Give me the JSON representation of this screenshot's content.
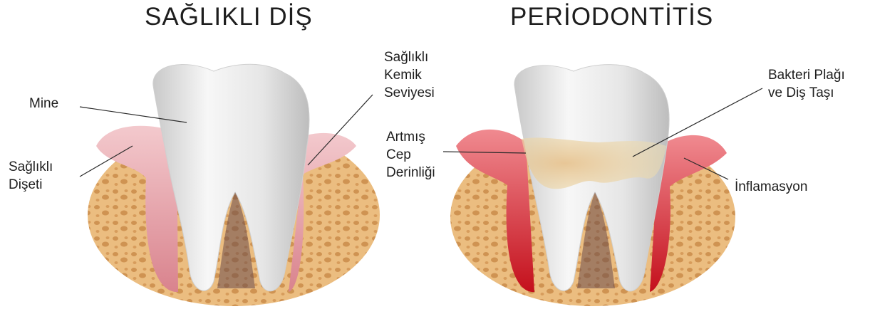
{
  "titles": {
    "healthy": "SAĞLIKLI DİŞ",
    "disease": "PERİODONTİTİS"
  },
  "labels": {
    "mine": "Mine",
    "healthy_gum": [
      "Sağlıklı",
      "Dişeti"
    ],
    "healthy_bone": [
      "Sağlıklı",
      "Kemik",
      "Seviyesi"
    ],
    "increased_pocket": [
      "Artmış",
      "Cep",
      "Derinliği"
    ],
    "plaque": [
      "Bakteri Plağı",
      "ve Diş Taşı"
    ],
    "inflammation": "İnflamasyon"
  },
  "colors": {
    "bone": "#e8b877",
    "bone_pore": "#c98a4c",
    "gum_healthy": "#e8a2aa",
    "gum_inflamed": "#d81f2a",
    "tooth": "#ececec",
    "plaque": "#d9b77a"
  }
}
